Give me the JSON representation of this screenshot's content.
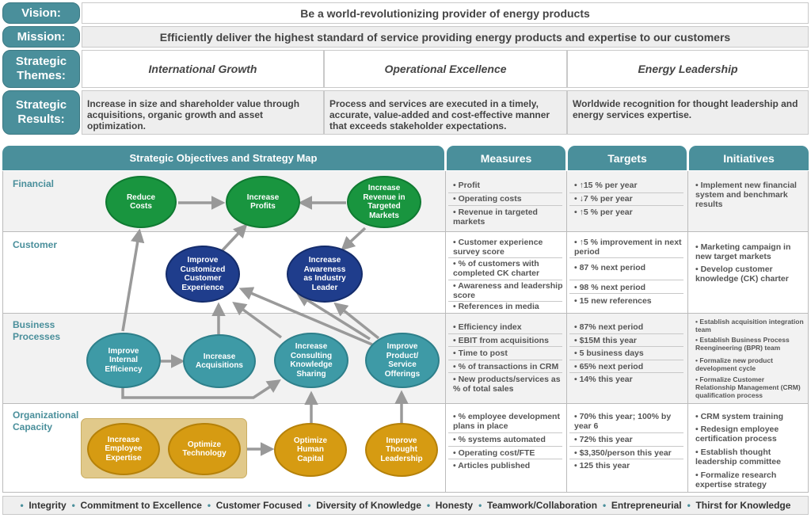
{
  "top": {
    "vision_label": "Vision:",
    "vision_text": "Be a world-revolutionizing provider of energy products",
    "mission_label": "Mission:",
    "mission_text": "Efficiently deliver the highest standard of service providing energy products and expertise to our customers",
    "themes_label": "Strategic Themes:",
    "themes": [
      "International Growth",
      "Operational Excellence",
      "Energy Leadership"
    ],
    "results_label": "Strategic Results:",
    "results": [
      "Increase in size and shareholder value through acquisitions, organic growth and asset optimization.",
      "Process and services are executed in a timely, accurate, value-added and cost-effective manner that exceeds stakeholder expectations.",
      "Worldwide recognition for thought leadership and energy services expertise."
    ]
  },
  "headers": {
    "map": "Strategic  Objectives  and  Strategy  Map",
    "measures": "Measures",
    "targets": "Targets",
    "initiatives": "Initiatives"
  },
  "perspectives": {
    "financial": "Financial",
    "customer": "Customer",
    "business": "Business Processes",
    "org": "Organizational Capacity"
  },
  "nodes": {
    "reduce_costs": "Reduce Costs",
    "increase_profits": "Increase Profits",
    "increase_revenue": "Increase Revenue in Targeted Markets",
    "improve_customer": "Improve Customized Customer Experience",
    "increase_awareness": "Increase Awareness as Industry Leader",
    "improve_efficiency": "Improve Internal Efficiency",
    "increase_acquisitions": "Increase Acquisitions",
    "increase_consulting": "Increase Consulting Knowledge Sharing",
    "improve_product": "Improve Product/ Service Offerings",
    "increase_employee": "Increase Employee Expertise",
    "optimize_technology": "Optimize Technology",
    "optimize_human": "Optimize Human Capital",
    "improve_thought": "Improve Thought Leadership"
  },
  "financial": {
    "measures": [
      "Profit",
      "Operating costs",
      "Revenue in targeted markets"
    ],
    "targets": [
      "↑15 % per year",
      "↓7 % per year",
      "↑5 % per year"
    ],
    "initiatives": [
      "Implement new financial system and benchmark results"
    ]
  },
  "customer": {
    "measures": [
      "Customer experience survey score",
      "% of customers with completed CK charter",
      "Awareness and leadership score",
      "References in media"
    ],
    "targets": [
      "↑5 % improvement in next period",
      "87 % next period",
      "98 % next period",
      "15 new references"
    ],
    "initiatives": [
      "Marketing campaign in new target markets",
      "Develop customer knowledge (CK) charter"
    ]
  },
  "business": {
    "measures": [
      "Efficiency index",
      "EBIT from acquisitions",
      "Time to post",
      "% of transactions in CRM",
      "New products/services as % of total sales"
    ],
    "targets": [
      "87% next period",
      "$15M this year",
      "5 business days",
      "65% next period",
      "14% this year"
    ],
    "initiatives": [
      "Establish acquisition integration team",
      "Establish Business Process Reengineering (BPR) team",
      "Formalize new product development cycle",
      "Formalize Customer Relationship Management (CRM) qualification process"
    ]
  },
  "org": {
    "measures": [
      "% employee development plans in place",
      "% systems automated",
      "Operating cost/FTE",
      "Articles published"
    ],
    "targets": [
      "70% this year; 100% by year 6",
      "72% this year",
      "$3,350/person this year",
      "125 this year"
    ],
    "initiatives": [
      "CRM system training",
      "Redesign employee certification process",
      "Establish thought leadership committee",
      "Formalize research expertise strategy"
    ]
  },
  "values": [
    "Integrity",
    "Commitment to Excellence",
    "Customer  Focused",
    "Diversity of Knowledge",
    "Honesty",
    "Teamwork/Collaboration",
    "Entrepreneurial",
    "Thirst for Knowledge"
  ],
  "colors": {
    "teal": "#4a8f9b",
    "green": "#19953f",
    "navy": "#1f3d8c",
    "gold": "#d69b12"
  }
}
